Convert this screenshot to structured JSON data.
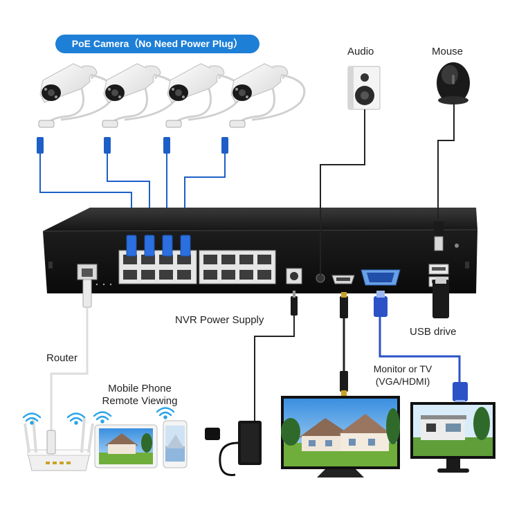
{
  "labels": {
    "poe_camera": "PoE Camera（No Need Power Plug）",
    "audio": "Audio",
    "mouse": "Mouse",
    "nvr_power_supply": "NVR Power Supply",
    "usb_drive": "USB drive",
    "router": "Router",
    "mobile_phone_line1": "Mobile Phone",
    "mobile_phone_line2": "Remote Viewing",
    "monitor_line1": "Monitor or TV",
    "monitor_line2": "(VGA/HDMI)"
  },
  "colors": {
    "badge": "#1e7fd6",
    "network_cable": "#1e5fc7",
    "nvr_body": "#1b1b1b",
    "connection_line": "#222222"
  }
}
